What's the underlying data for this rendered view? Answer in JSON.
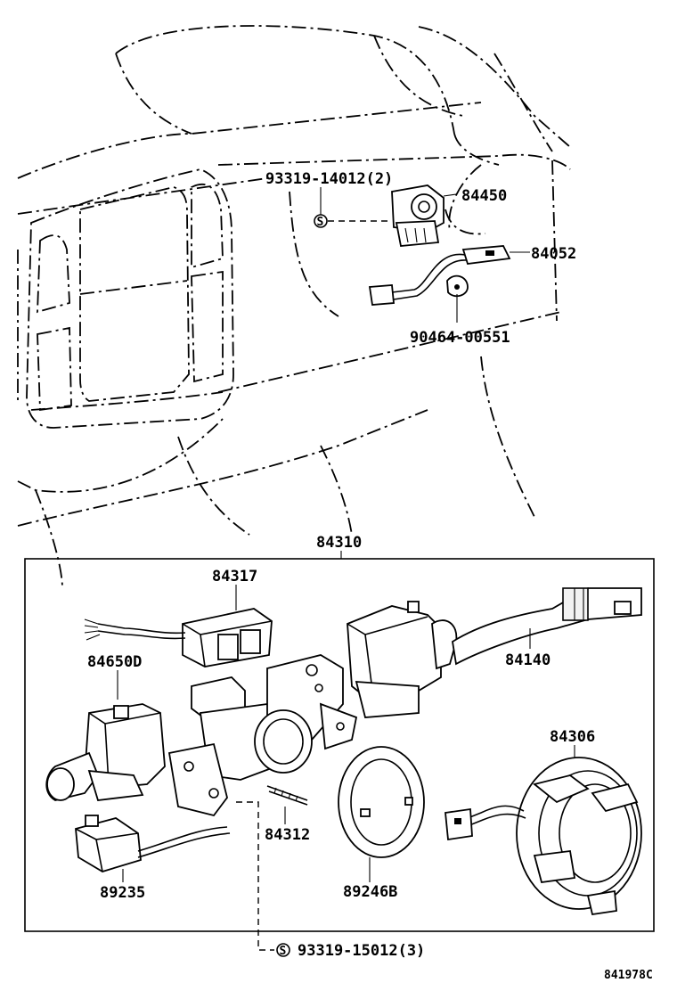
{
  "labels": {
    "p93319_14012": "93319-14012(2)",
    "p84450": "84450",
    "p84052": "84052",
    "p90464": "90464-00551",
    "p84310": "84310",
    "p84317": "84317",
    "p84650d": "84650D",
    "p84140": "84140",
    "p84306": "84306",
    "p84312": "84312",
    "p89235": "89235",
    "p89246b": "89246B",
    "p93319_15012": "93319-15012(3)",
    "drawing_code": "841978C",
    "screw_symbol": "S"
  }
}
